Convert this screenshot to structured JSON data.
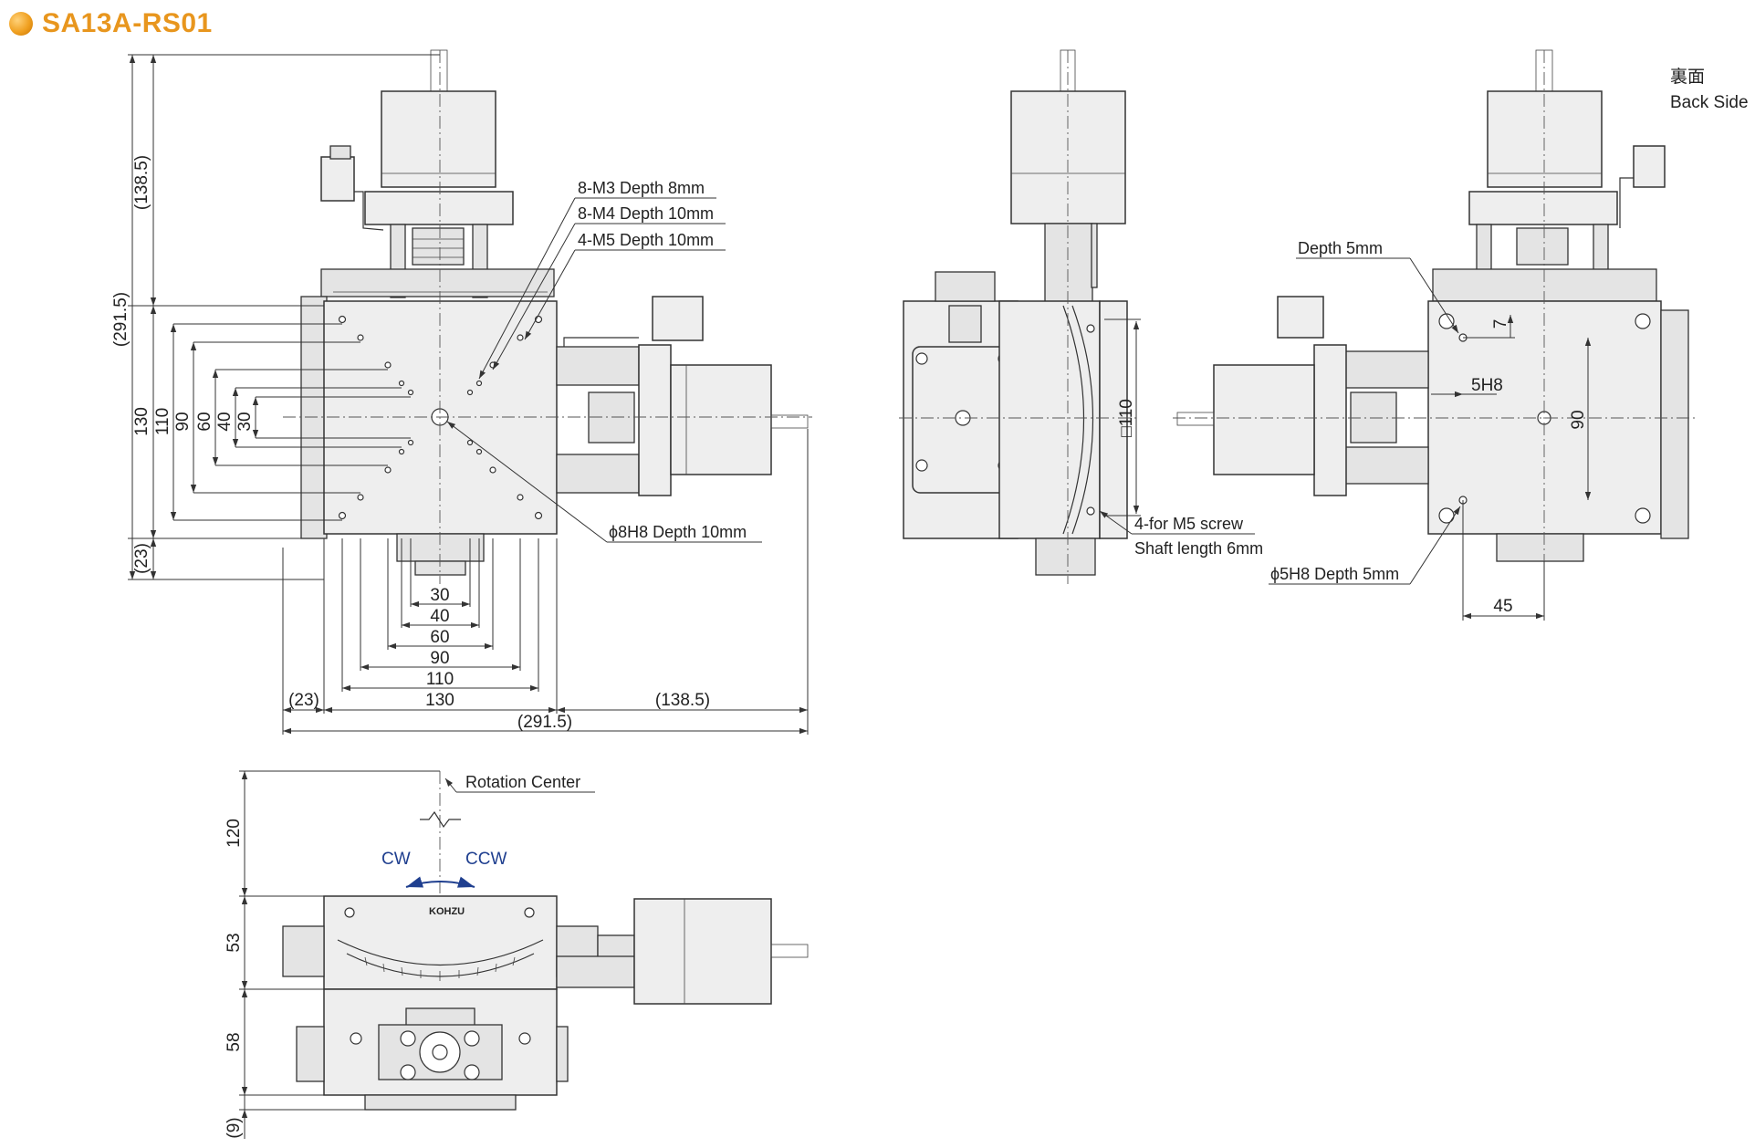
{
  "title": "SA13A-RS01",
  "colors": {
    "accent": "#e8961e",
    "line": "#333333",
    "part_fill": "#eeeeee",
    "rotation_arrow": "#1f3f8f"
  },
  "top_view": {
    "notes": [
      "8-M3 Depth 8mm",
      "8-M4 Depth 10mm",
      "4-M5 Depth 10mm",
      "ϕ8H8 Depth 10mm"
    ],
    "vertical_dims": [
      "(138.5)",
      "(291.5)",
      "130",
      "110",
      "90",
      "60",
      "40",
      "30",
      "(23)"
    ],
    "horizontal_dims": [
      "30",
      "40",
      "60",
      "90",
      "110",
      "(23)",
      "130",
      "(138.5)",
      "(291.5)"
    ]
  },
  "side_view": {
    "dim_square": "□110",
    "notes": [
      "4-for M5 screw",
      "Shaft length 6mm"
    ]
  },
  "back_view": {
    "label_ja": "裏面",
    "label_en": "Back Side",
    "notes": [
      "Depth 5mm",
      "ϕ5H8 Depth 5mm"
    ],
    "dims": [
      "7",
      "5H8",
      "90",
      "45"
    ]
  },
  "front_view": {
    "rotation_center": "Rotation Center",
    "cw": "CW",
    "ccw": "CCW",
    "brand": "KOHZU",
    "vertical_dims": [
      "120",
      "53",
      "58",
      "(9)"
    ]
  }
}
